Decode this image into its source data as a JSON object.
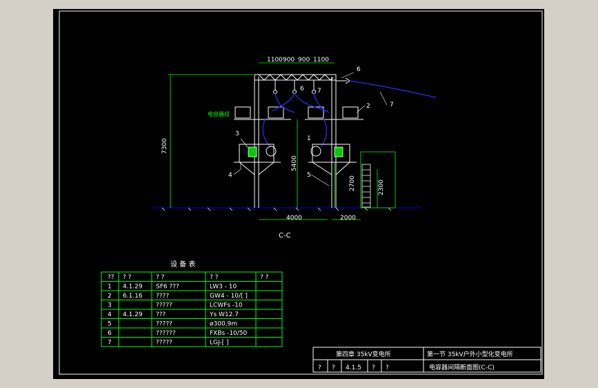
{
  "drawing": {
    "view_label": "C-C",
    "dims": {
      "top_spans": [
        "1100",
        "900",
        "900",
        "1100"
      ],
      "height_total": "7300",
      "height_upper": "5400",
      "height_lower": "2700",
      "height_fence": "2300",
      "width_main": "4000",
      "width_side": "2000"
    },
    "callouts": [
      "1",
      "2",
      "3",
      "4",
      "5",
      "6",
      "7",
      "6",
      "7"
    ],
    "cap_label": "电容器组"
  },
  "equipment_table": {
    "title": "设 备 表",
    "headers": [
      "??",
      "? ?",
      "? ?",
      "? ?",
      "? ?"
    ],
    "rows": [
      [
        "1",
        "4.1.29",
        "SF6 ???",
        "LW3 - 10",
        ""
      ],
      [
        "2",
        "6.1.16",
        "????",
        "GW4 - 10/[ ]",
        ""
      ],
      [
        "3",
        "",
        "?????",
        "LCWFs -10",
        ""
      ],
      [
        "4",
        "4.1.29",
        "???",
        "Ys W12.7",
        ""
      ],
      [
        "5",
        "",
        "?????",
        "ø300,9m",
        ""
      ],
      [
        "6",
        "",
        "??????",
        "FXBs -10/50",
        ""
      ],
      [
        "7",
        "",
        "?????",
        "LGJ-[ ]",
        ""
      ]
    ]
  },
  "title_block": {
    "chapter": "第四章 35kV变电所",
    "section": "第一节 35kV户外小型化变电所",
    "q1": "?",
    "q2": "?",
    "code": "4.1.5",
    "q3": "?",
    "q4": "?",
    "drawing_name": "电容器间隔断面图(C-C)"
  },
  "colors": {
    "frame": "#ffffff",
    "structure": "#ffffff",
    "dimension": "#00ff00",
    "wire": "#0000ff",
    "table": "#00ff00",
    "ground": "#0000ff",
    "accent": "#00cc00"
  }
}
